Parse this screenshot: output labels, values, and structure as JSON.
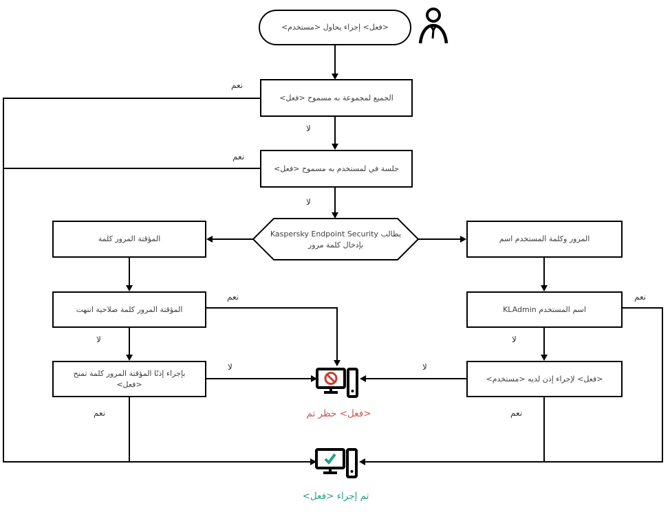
{
  "diagram": {
    "start": "<مستخدم> يحاول إجراء <فعل>",
    "nodes": {
      "action_allowed_everyone": "<فعل> مسموح به لمجموعة الجميع",
      "action_allowed_session": "<فعل> مسموح به لمستخدم في جلسة",
      "password_prompt": "يطالب Kaspersky Endpoint Security بإدخال كلمة مرور",
      "temp_password": "كلمة المرور المؤقتة",
      "username_password": "اسم المستخدم وكلمة المرور",
      "temp_password_expired": "انتهت صلاحية كلمة المرور المؤقتة",
      "kladmin_username": "اسم المستخدم KLAdmin",
      "temp_password_grants": "تمنح كلمة المرور المؤقتة إذنًا بإجراء <فعل>",
      "user_has_permission": "<مستخدم> لديه إذن لإجراء <فعل>"
    },
    "labels": {
      "yes": "نعم",
      "no": "لا"
    },
    "outcomes": {
      "blocked": {
        "text": "تم حظر <فعل>",
        "color": "#c9564a"
      },
      "performed": {
        "text": "تم إجراء <فعل>",
        "color": "#23a184"
      }
    },
    "colors": {
      "line": "#000000",
      "box_text": "#3d3d3d",
      "prohibition_sign": "#d03a2f",
      "check_mark": "#23a184"
    }
  }
}
